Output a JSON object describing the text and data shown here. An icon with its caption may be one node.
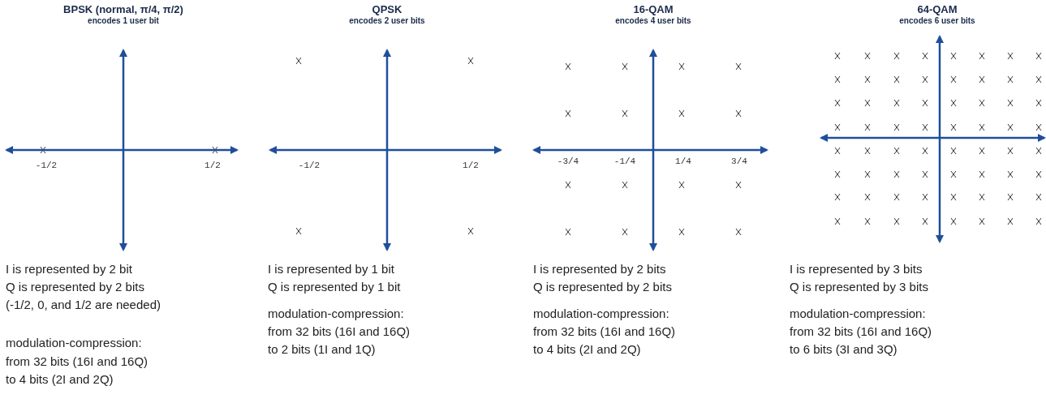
{
  "diagram": {
    "labels": [
      "BPSK (normal, π/4, π/2)",
      "encodes 1 user bit",
      "-1/2",
      "1/2",
      "I is represented by 2 bit",
      "Q is represented by 2 bits",
      "(-1/2, 0, and 1/2 are needed)",
      "modulation-compression:",
      "from 32 bits (16I and 16Q)",
      "to 4 bits (2I and 2Q)",
      "QPSK",
      "encodes 2 user bits",
      "-1/2",
      "1/2",
      "I is represented by 1 bit",
      "Q is represented by 1 bit",
      "modulation-compression:",
      "from 32 bits (16I and 16Q)",
      "to 2 bits (1I and 1Q)",
      "16-QAM",
      "encodes 4 user bits",
      "-3/4",
      "-1/4",
      "1/4",
      "3/4",
      "I is represented by 2 bits",
      "Q is represented by 2 bits",
      "modulation-compression:",
      "from 32 bits (16I and 16Q)",
      "to 4 bits (2I and 2Q)",
      "64-QAM",
      "encodes 6 user bits",
      "I is represented by 3 bits",
      "Q is represented by 3 bits",
      "modulation-compression:",
      "from 32 bits (16I and 16Q)",
      "to 6 bits (3I and 3Q)"
    ]
  }
}
